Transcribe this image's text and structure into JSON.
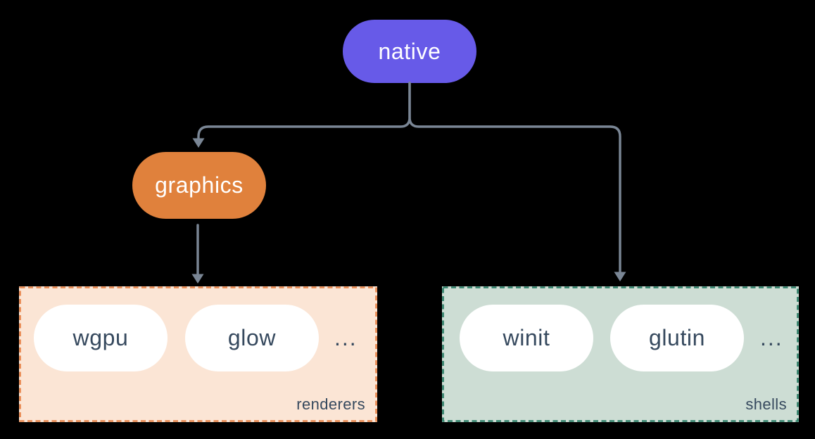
{
  "colors": {
    "background": "#000000",
    "nodeNative": "#675AE8",
    "nodeGraphics": "#E0813C",
    "edge": "#7A8695",
    "ink": "#36495E",
    "renderersBg": "#FBE5D5",
    "renderersBorder": "#E8854B",
    "shellsBg": "#CDDDD4",
    "shellsBorder": "#2E8069",
    "pillBg": "#FFFFFF"
  },
  "nodes": {
    "native": {
      "label": "native"
    },
    "graphics": {
      "label": "graphics"
    }
  },
  "groups": {
    "renderers": {
      "label": "renderers",
      "items": [
        {
          "label": "wgpu"
        },
        {
          "label": "glow"
        }
      ],
      "more": "..."
    },
    "shells": {
      "label": "shells",
      "items": [
        {
          "label": "winit"
        },
        {
          "label": "glutin"
        }
      ],
      "more": "..."
    }
  },
  "edges": [
    {
      "from": "native",
      "to": "graphics"
    },
    {
      "from": "native",
      "to": "shells"
    },
    {
      "from": "graphics",
      "to": "renderers"
    }
  ]
}
